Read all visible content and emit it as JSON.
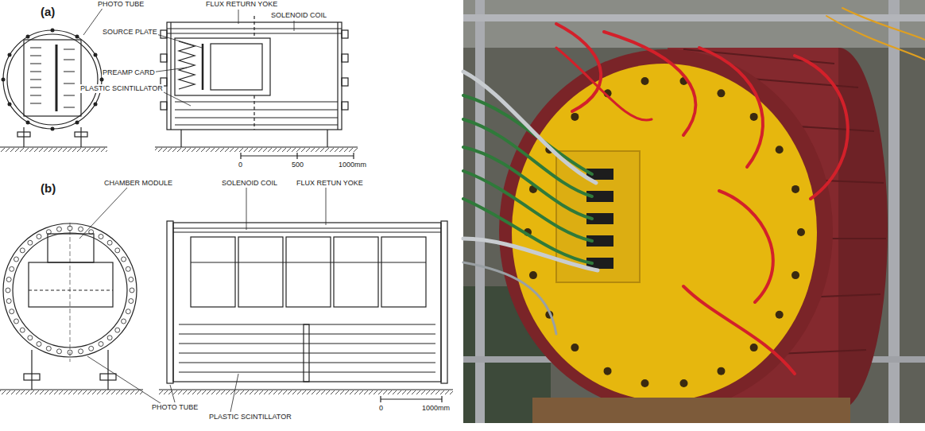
{
  "diagram": {
    "labels": [
      "(a)",
      "PHOTO TUBE",
      "FLUX RETURN YOKE",
      "SOLENOID COIL",
      "SOURCE PLATE",
      "PREAMP CARD",
      "PLASTIC SCINTILLATOR",
      "0",
      "500",
      "1000mm",
      "(b)",
      "CHAMBER MODULE",
      "SOLENOID COIL",
      "FLUX RETUN YOKE",
      "PHOTO TUBE",
      "PLASTIC SCINTILLATOR",
      "0",
      "1000mm"
    ]
  }
}
